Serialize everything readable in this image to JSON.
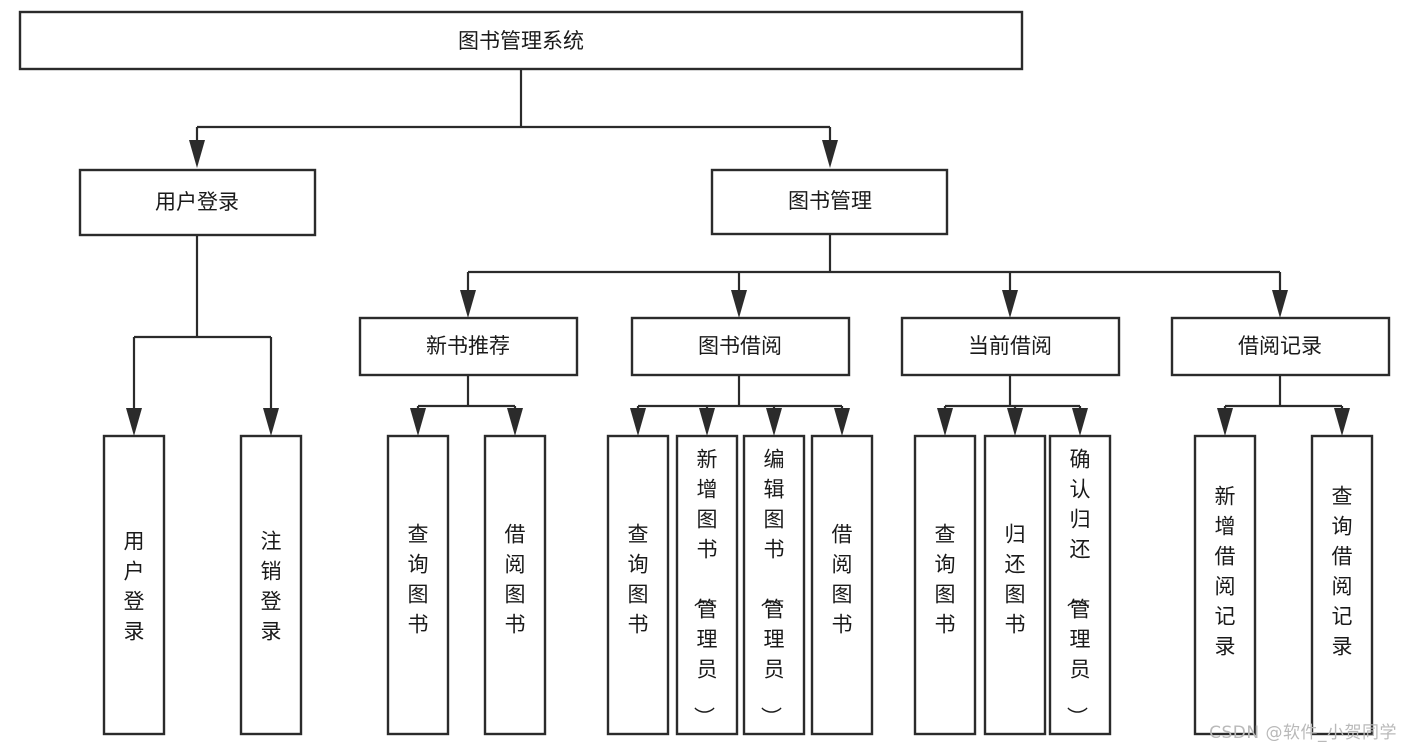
{
  "diagram": {
    "title": "图书管理系统",
    "type": "tree",
    "watermark": "CSDN @软件_小贺同学",
    "colors": {
      "stroke": "#2b2b2b",
      "fill": "#ffffff",
      "text": "#1a1a1a",
      "watermark": "#b9b9b9"
    },
    "nodes": {
      "root": {
        "label": "图书管理系统",
        "orientation": "horizontal"
      },
      "l1": [
        {
          "id": "user-login",
          "label": "用户登录",
          "orientation": "horizontal"
        },
        {
          "id": "book-manage",
          "label": "图书管理",
          "orientation": "horizontal"
        }
      ],
      "l2": [
        {
          "id": "new-book-rec",
          "label": "新书推荐",
          "orientation": "horizontal"
        },
        {
          "id": "book-borrow",
          "label": "图书借阅",
          "orientation": "horizontal"
        },
        {
          "id": "current-borrow",
          "label": "当前借阅",
          "orientation": "horizontal"
        },
        {
          "id": "borrow-record",
          "label": "借阅记录",
          "orientation": "horizontal"
        }
      ],
      "l3": {
        "user-login": [
          {
            "id": "do-login",
            "label": "用户登录",
            "orientation": "vertical"
          },
          {
            "id": "do-logout",
            "label": "注销登录",
            "orientation": "vertical"
          }
        ],
        "new-book-rec": [
          {
            "id": "query-book-1",
            "label": "查询图书",
            "orientation": "vertical"
          },
          {
            "id": "borrow-book-1",
            "label": "借阅图书",
            "orientation": "vertical"
          }
        ],
        "book-borrow": [
          {
            "id": "query-book-2",
            "label": "查询图书",
            "orientation": "vertical"
          },
          {
            "id": "add-book",
            "label": "新增图书（管理员）",
            "orientation": "vertical"
          },
          {
            "id": "edit-book",
            "label": "编辑图书（管理员）",
            "orientation": "vertical"
          },
          {
            "id": "borrow-book-2",
            "label": "借阅图书",
            "orientation": "vertical"
          }
        ],
        "current-borrow": [
          {
            "id": "query-book-3",
            "label": "查询图书",
            "orientation": "vertical"
          },
          {
            "id": "return-book",
            "label": "归还图书",
            "orientation": "vertical"
          },
          {
            "id": "confirm-return",
            "label": "确认归还（管理员）",
            "orientation": "vertical"
          }
        ],
        "borrow-record": [
          {
            "id": "add-record",
            "label": "新增借阅记录",
            "orientation": "vertical"
          },
          {
            "id": "query-record",
            "label": "查询借阅记录",
            "orientation": "vertical"
          }
        ]
      }
    }
  }
}
